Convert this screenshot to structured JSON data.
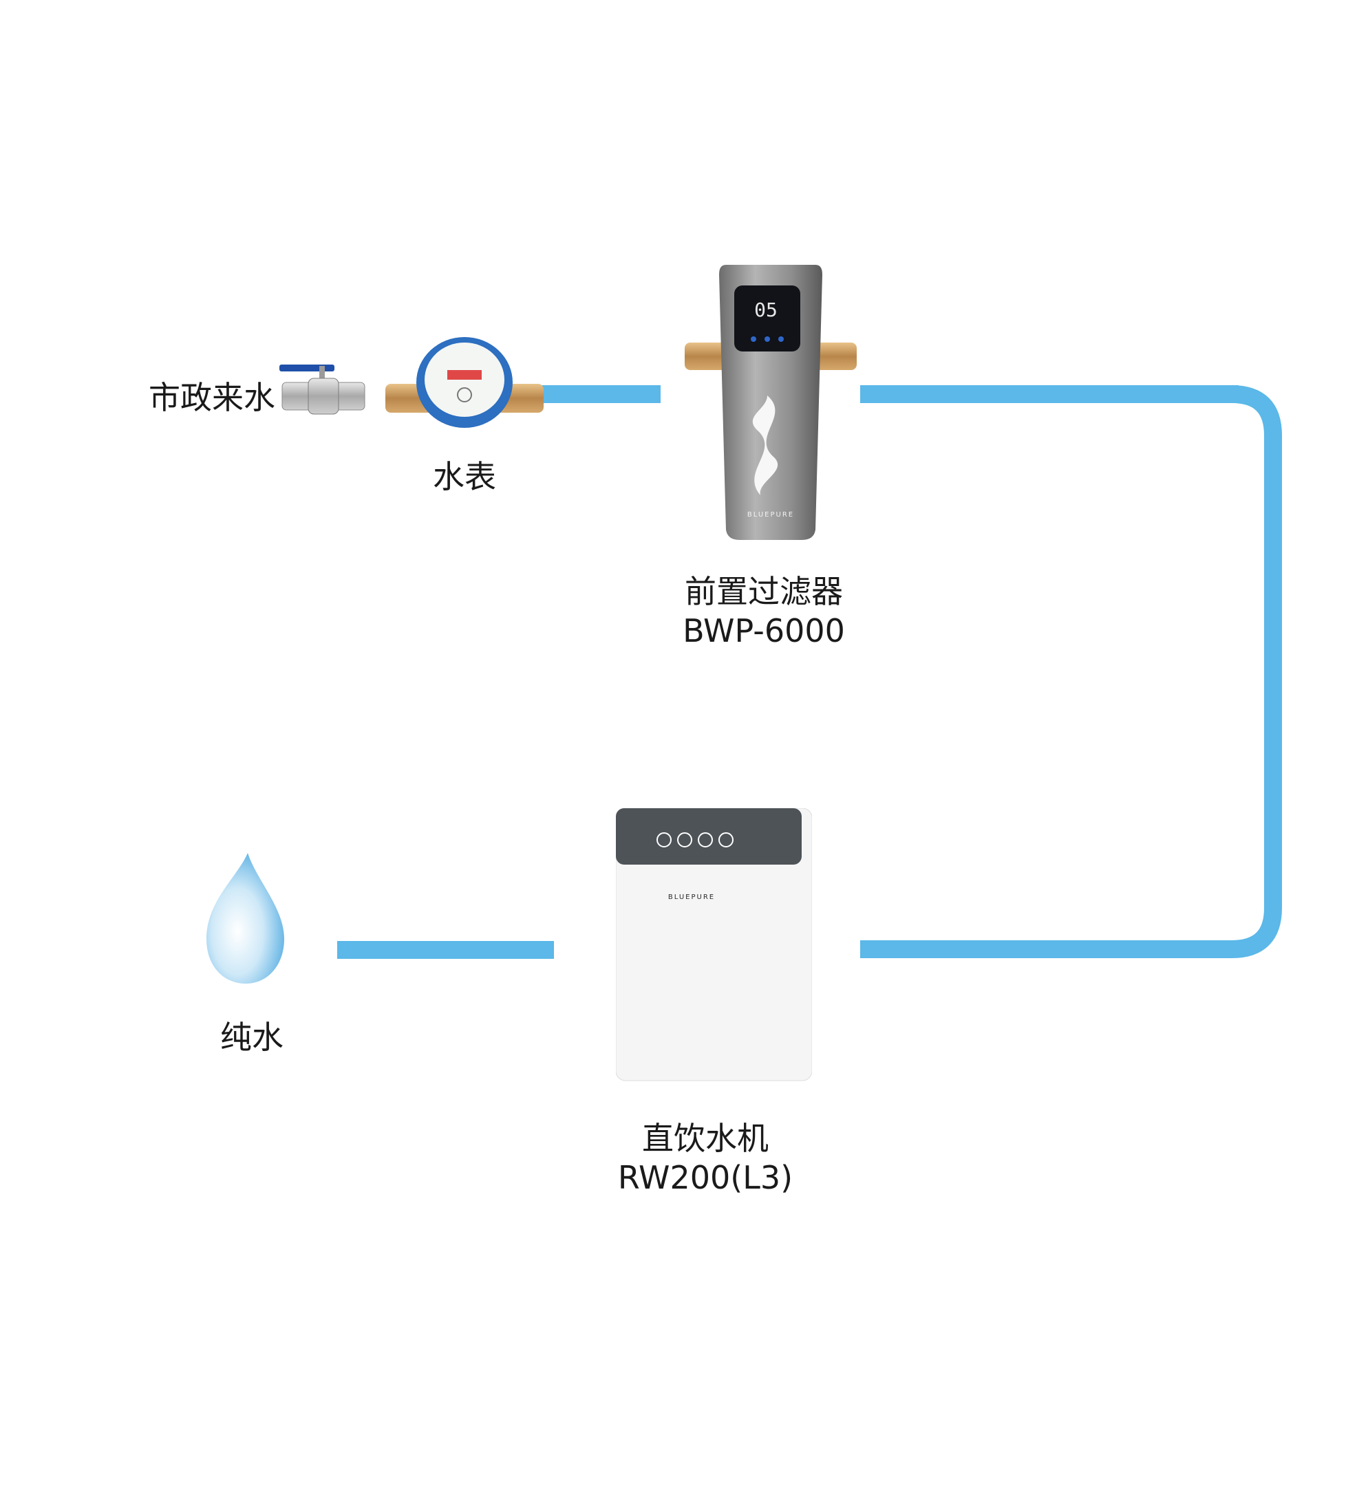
{
  "labels": {
    "source": "市政来水",
    "meter": "水表",
    "prefilter_name": "前置过滤器",
    "prefilter_model": "BWP-6000",
    "purifier_name": "直饮水机",
    "purifier_model": "RW200(L3)",
    "output": "纯水"
  },
  "device_text": {
    "prefilter_display": "05",
    "brand": "BLUEPURE"
  },
  "colors": {
    "pipe": "#5bb8e8",
    "text": "#1a1a1a"
  }
}
